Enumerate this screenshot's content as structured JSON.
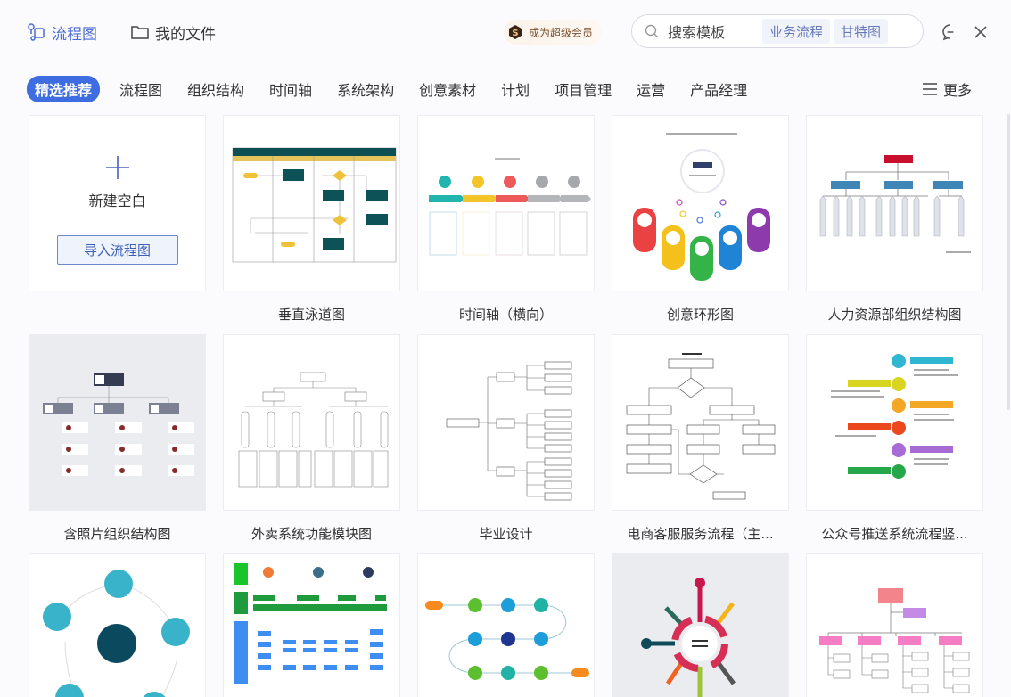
{
  "header": {
    "nav_flowchart": "流程图",
    "nav_my_files": "我的文件",
    "vip_badge": "成为超级会员",
    "search_placeholder": "搜索模板",
    "search_tags": [
      "业务流程",
      "甘特图"
    ]
  },
  "tabs": [
    {
      "label": "精选推荐",
      "active": true
    },
    {
      "label": "流程图"
    },
    {
      "label": "组织结构"
    },
    {
      "label": "时间轴"
    },
    {
      "label": "系统架构"
    },
    {
      "label": "创意素材"
    },
    {
      "label": "计划"
    },
    {
      "label": "项目管理"
    },
    {
      "label": "运营"
    },
    {
      "label": "产品经理"
    }
  ],
  "more_label": "更多",
  "new_card": {
    "label": "新建空白",
    "import_button": "导入流程图"
  },
  "templates": [
    {
      "title": "垂直泳道图",
      "thumbnail": "swimlane"
    },
    {
      "title": "时间轴（横向）",
      "thumbnail": "timeline"
    },
    {
      "title": "创意环形图",
      "thumbnail": "ring"
    },
    {
      "title": "人力资源部组织结构图",
      "thumbnail": "org-hr"
    },
    {
      "title": "含照片组织结构图",
      "thumbnail": "org-photo"
    },
    {
      "title": "外卖系统功能模块图",
      "thumbnail": "module"
    },
    {
      "title": "毕业设计",
      "thumbnail": "mindmap-tree"
    },
    {
      "title": "电商客服服务流程（主...",
      "thumbnail": "flowchart"
    },
    {
      "title": "公众号推送系统流程竖...",
      "thumbnail": "vertical-steps"
    },
    {
      "title": "",
      "thumbnail": "bubble"
    },
    {
      "title": "",
      "thumbnail": "architecture"
    },
    {
      "title": "",
      "thumbnail": "snake-flow"
    },
    {
      "title": "",
      "thumbnail": "radial"
    },
    {
      "title": "",
      "thumbnail": "org-pink"
    }
  ],
  "colors": {
    "accent": "#3d6de0",
    "nav_active": "#4a6ad6",
    "import_border": "#6d87c9",
    "tag_text": "#6779b9"
  }
}
